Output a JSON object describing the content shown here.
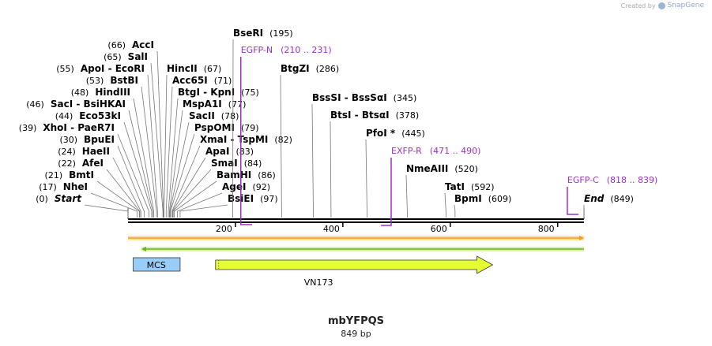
{
  "credit": {
    "prefix": "Created by",
    "brand": "SnapGene"
  },
  "plasmid": {
    "name": "mbYFPQS",
    "length_label": "849 bp",
    "length": 849
  },
  "enzymes": [
    {
      "name": "Start",
      "pos": 0,
      "pos_label": "(0)",
      "italic": true
    },
    {
      "name": "NheI",
      "pos": 17,
      "pos_label": "(17)"
    },
    {
      "name": "BmtI",
      "pos": 21,
      "pos_label": "(21)"
    },
    {
      "name": "AfeI",
      "pos": 22,
      "pos_label": "(22)"
    },
    {
      "name": "HaeII",
      "pos": 24,
      "pos_label": "(24)"
    },
    {
      "name": "BpuEI",
      "pos": 30,
      "pos_label": "(30)"
    },
    {
      "name": "XhoI - PaeR7I",
      "pos": 39,
      "pos_label": "(39)"
    },
    {
      "name": "Eco53kI",
      "pos": 44,
      "pos_label": "(44)"
    },
    {
      "name": "SacI - BsiHKAI",
      "pos": 46,
      "pos_label": "(46)"
    },
    {
      "name": "HindIII",
      "pos": 48,
      "pos_label": "(48)"
    },
    {
      "name": "BstBI",
      "pos": 53,
      "pos_label": "(53)"
    },
    {
      "name": "ApoI - EcoRI",
      "pos": 55,
      "pos_label": "(55)"
    },
    {
      "name": "SalI",
      "pos": 65,
      "pos_label": "(65)"
    },
    {
      "name": "AccI",
      "pos": 66,
      "pos_label": "(66)"
    },
    {
      "name": "HincII",
      "pos": 67,
      "pos_label": "(67)"
    },
    {
      "name": "Acc65I",
      "pos": 71,
      "pos_label": "(71)"
    },
    {
      "name": "BtgI - KpnI",
      "pos": 75,
      "pos_label": "(75)"
    },
    {
      "name": "MspA1I",
      "pos": 77,
      "pos_label": "(77)"
    },
    {
      "name": "SacII",
      "pos": 78,
      "pos_label": "(78)"
    },
    {
      "name": "PspOMI",
      "pos": 79,
      "pos_label": "(79)"
    },
    {
      "name": "XmaI - TspMI",
      "pos": 82,
      "pos_label": "(82)"
    },
    {
      "name": "ApaI",
      "pos": 83,
      "pos_label": "(83)"
    },
    {
      "name": "SmaI",
      "pos": 84,
      "pos_label": "(84)"
    },
    {
      "name": "BamHI",
      "pos": 86,
      "pos_label": "(86)"
    },
    {
      "name": "AgeI",
      "pos": 92,
      "pos_label": "(92)"
    },
    {
      "name": "BsiEI",
      "pos": 97,
      "pos_label": "(97)"
    },
    {
      "name": "BseRI",
      "pos": 195,
      "pos_label": "(195)"
    },
    {
      "name": "BtgZI",
      "pos": 286,
      "pos_label": "(286)"
    },
    {
      "name": "BssSI - BssSαI",
      "pos": 345,
      "pos_label": "(345)"
    },
    {
      "name": "BtsI - BtsαI",
      "pos": 378,
      "pos_label": "(378)"
    },
    {
      "name": "PfoI *",
      "pos": 445,
      "pos_label": "(445)"
    },
    {
      "name": "NmeAIII",
      "pos": 520,
      "pos_label": "(520)"
    },
    {
      "name": "TatI",
      "pos": 592,
      "pos_label": "(592)"
    },
    {
      "name": "BpmI",
      "pos": 609,
      "pos_label": "(609)"
    },
    {
      "name": "End",
      "pos": 849,
      "pos_label": "(849)",
      "italic": true
    }
  ],
  "primers": [
    {
      "name": "EGFP-N",
      "range_label": "(210 .. 231)",
      "start": 210,
      "end": 231,
      "strand": "forward"
    },
    {
      "name": "EXFP-R",
      "range_label": "(471 .. 490)",
      "start": 471,
      "end": 490,
      "strand": "reverse"
    },
    {
      "name": "EGFP-C",
      "range_label": "(818 .. 839)",
      "start": 818,
      "end": 839,
      "strand": "forward"
    }
  ],
  "ruler": {
    "ticks": [
      200,
      400,
      600,
      800
    ],
    "tick_labels": [
      "200",
      "400",
      "600",
      "800"
    ]
  },
  "features": [
    {
      "name": "MCS",
      "start": 17,
      "end": 97,
      "color": "#99ccf7",
      "type": "misc"
    },
    {
      "name": "VN173",
      "start": 163,
      "end": 679,
      "color": "#e6ff33",
      "type": "cds"
    }
  ],
  "strand_arrows": {
    "forward_color": "#f0a020",
    "reverse_color": "#6fb020"
  },
  "colors": {
    "primer": "#9b30c8",
    "backbone": "#000000"
  }
}
